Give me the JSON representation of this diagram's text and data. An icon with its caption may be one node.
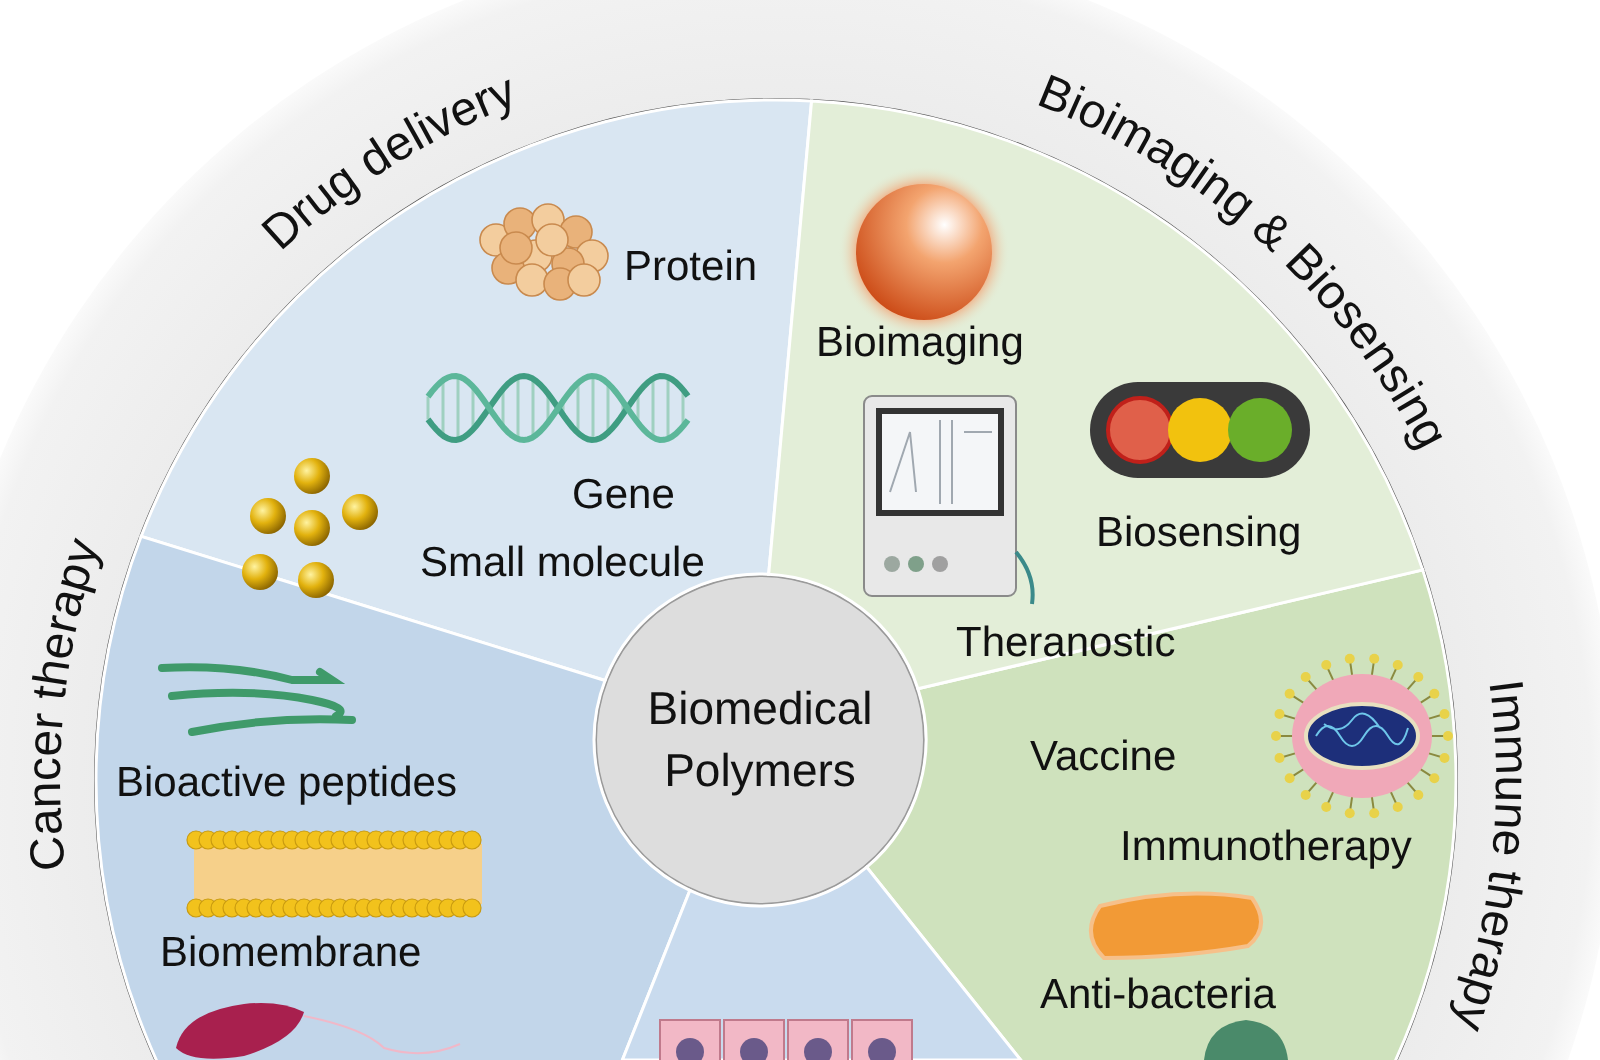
{
  "diagram": {
    "nodes": [
      {
        "text": [
          "Drug delivery"
        ]
      },
      {
        "text": [
          "Bioimaging & Biosensing"
        ]
      },
      {
        "text": [
          "Biomedical Polymers"
        ]
      },
      {
        "text": [
          "Cancer therapy"
        ]
      },
      {
        "text": [
          "Immune therapy"
        ]
      },
      {
        "text": [],
        "shape": "sector"
      }
    ],
    "labels": [
      "Protein",
      "Gene",
      "Small molecule",
      "Bioimaging",
      "Biosensing",
      "Theranostic",
      "Vaccine",
      "Immunotherapy",
      "Anti-bacteria",
      "Bioactive peptides",
      "Biomembrane"
    ]
  }
}
